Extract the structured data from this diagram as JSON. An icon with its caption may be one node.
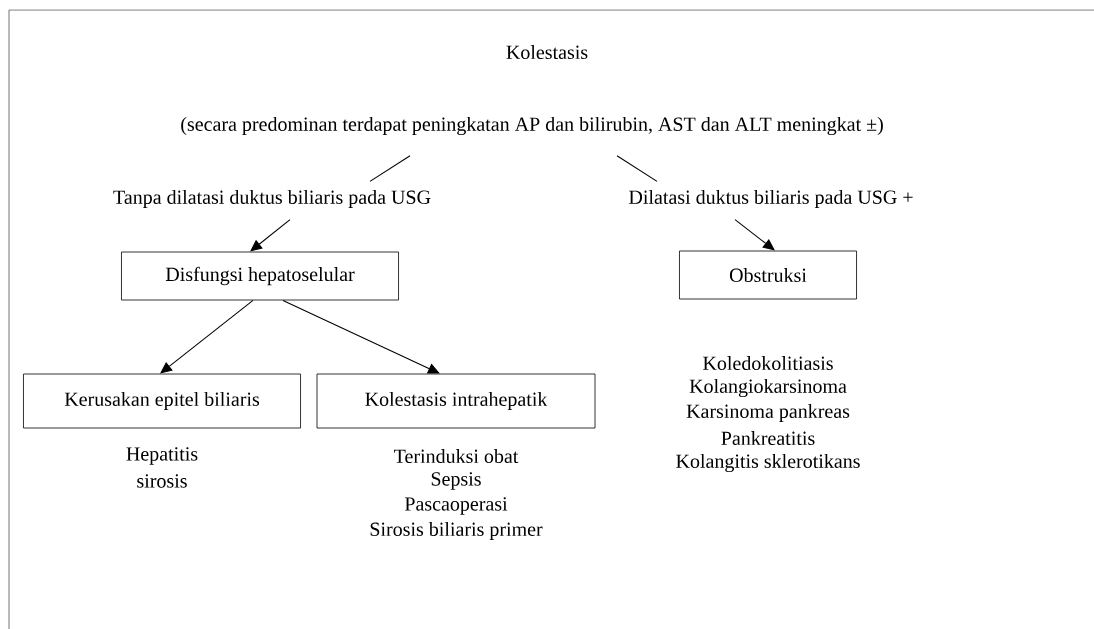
{
  "diagram": {
    "title": "Kolestasis",
    "nodes": [
      {
        "text": [
          "(secara predominan terdapat peningkatan AP dan bilirubin, AST dan ALT meningkat ±)"
        ]
      },
      {
        "text": [
          "Tanpa dilatasi duktus biliaris pada USG"
        ]
      },
      {
        "text": [
          "Dilatasi duktus biliaris pada USG +"
        ]
      },
      {
        "text": [
          "Disfungsi hepatoselular"
        ]
      },
      {
        "text": [
          "Obstruksi"
        ],
        "beside": [
          "Koledokolitiasis",
          "Kolangiokarsinoma",
          "Karsinoma pankreas",
          "Pankreatitis",
          "Kolangitis sklerotikans"
        ]
      },
      {
        "text": [
          "Kerusakan epitel biliaris"
        ],
        "beside": [
          "Hepatitis",
          "sirosis"
        ]
      },
      {
        "text": [
          "Kolestasis intrahepatik"
        ],
        "beside": [
          "Terinduksi obat",
          "Sepsis",
          "Pascaoperasi",
          "Sirosis biliaris primer"
        ]
      }
    ],
    "edges": [
      {
        "from": 0,
        "to": 1,
        "arrow": "none"
      },
      {
        "from": 0,
        "to": 2,
        "arrow": "none"
      },
      {
        "from": 1,
        "to": 3,
        "arrow": "to"
      },
      {
        "from": 2,
        "to": 4,
        "arrow": "to"
      },
      {
        "from": 3,
        "to": 5,
        "arrow": "to"
      },
      {
        "from": 3,
        "to": 6,
        "arrow": "to"
      }
    ]
  }
}
